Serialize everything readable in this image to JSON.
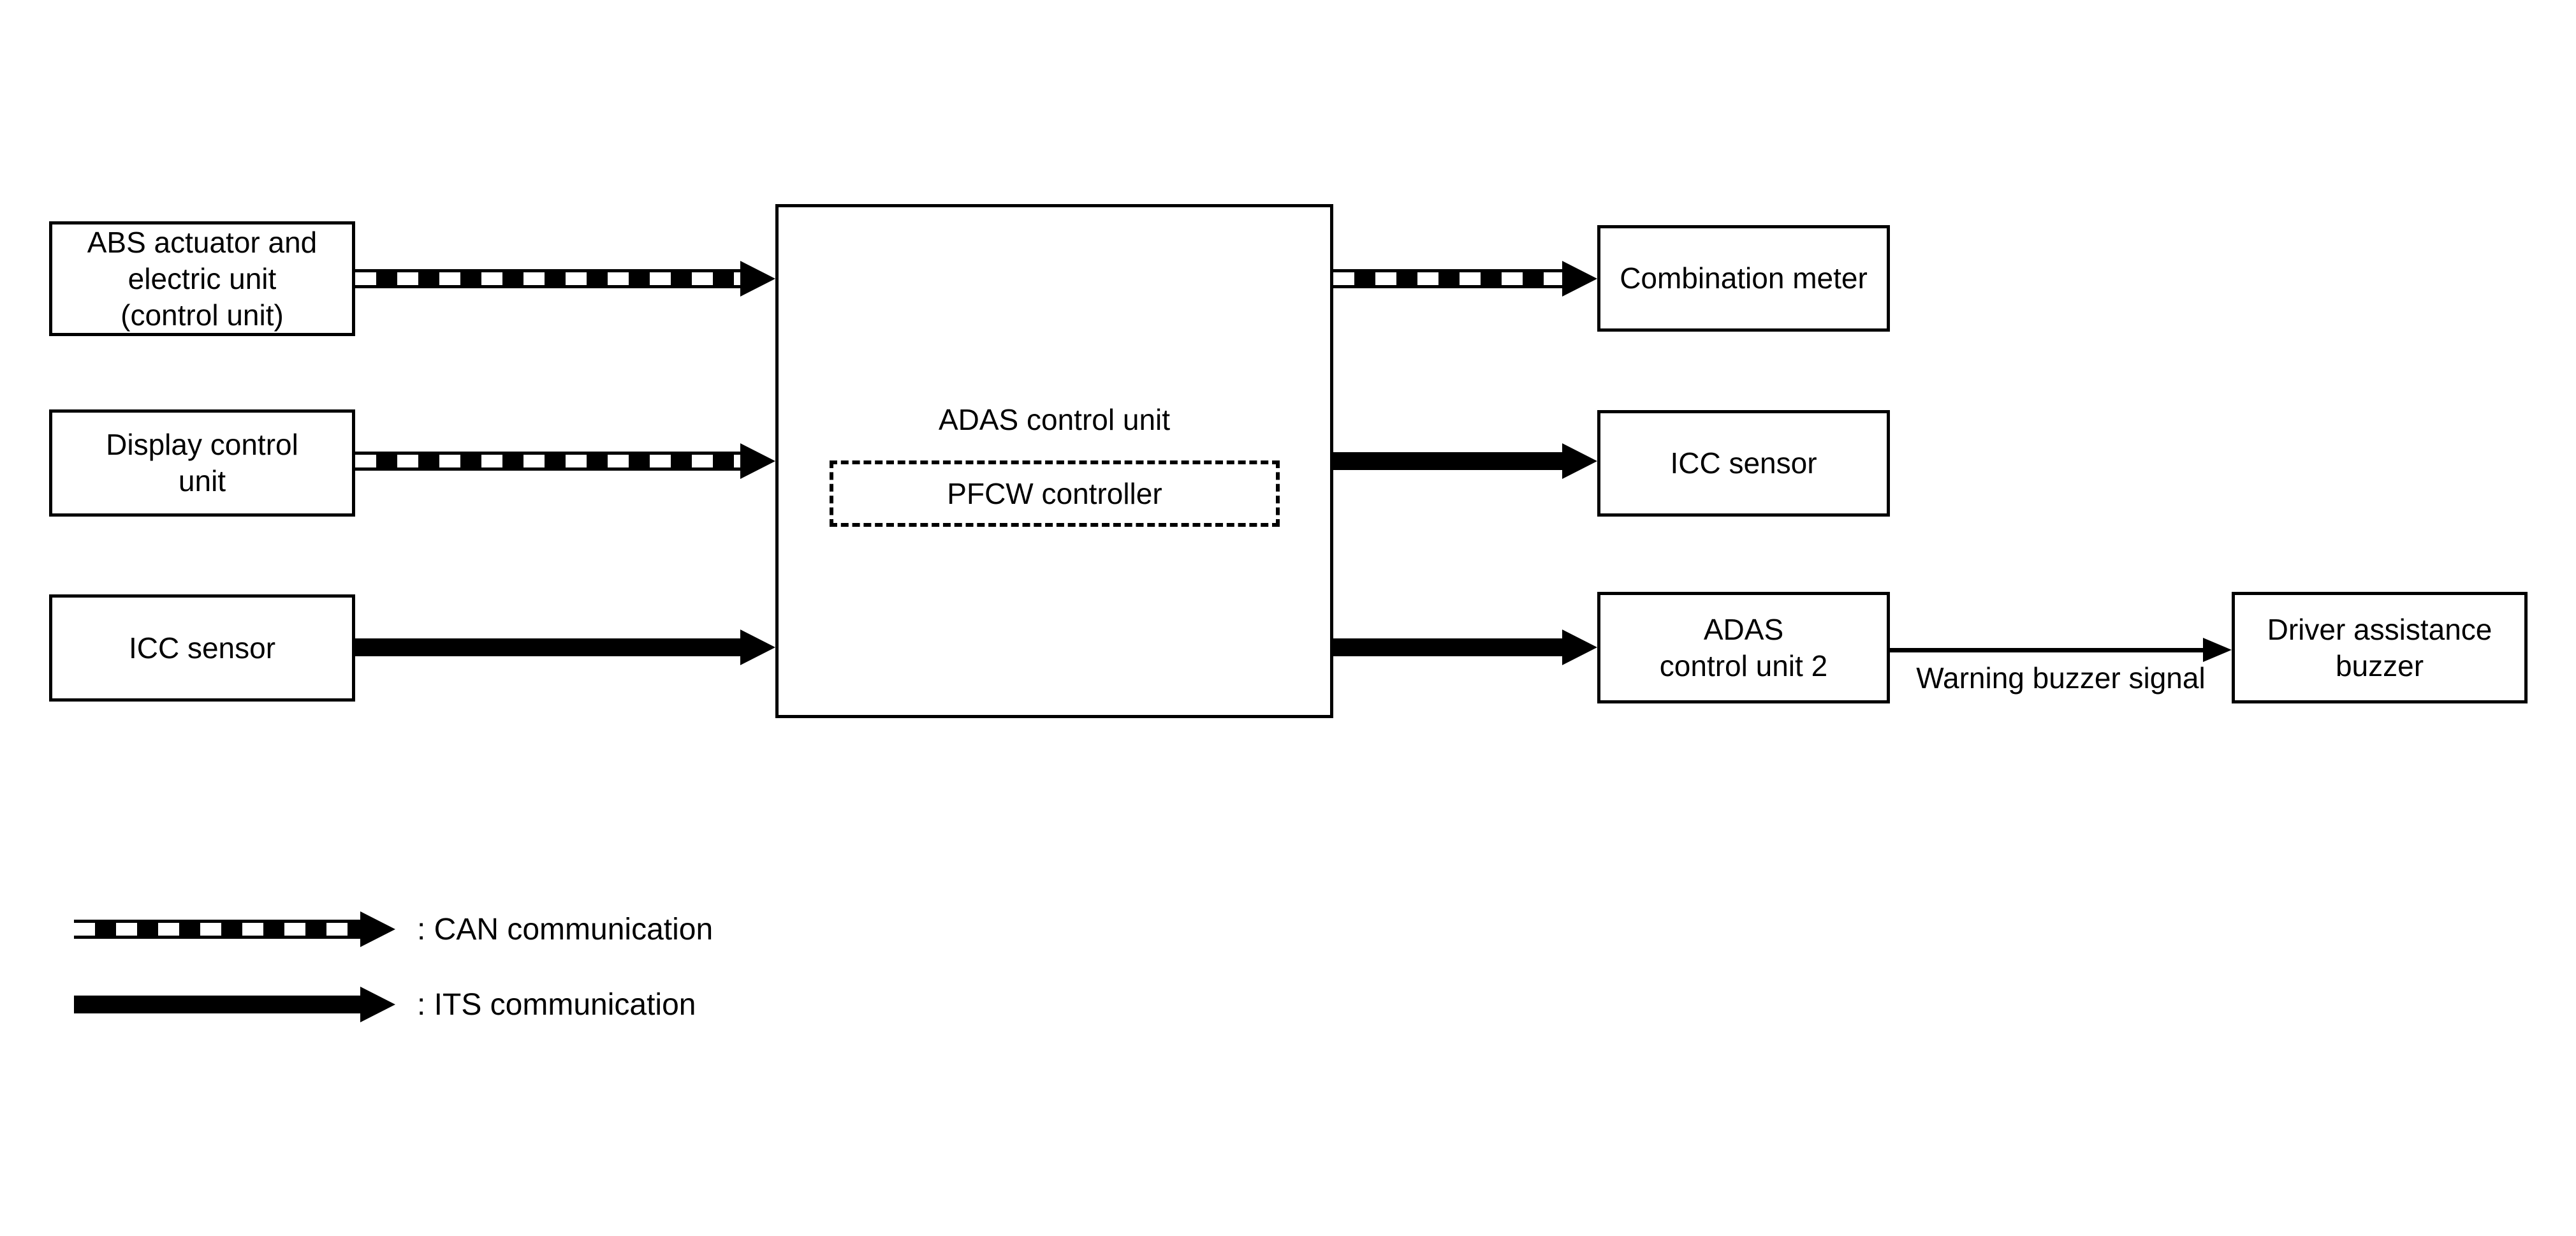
{
  "colors": {
    "background": "#ffffff",
    "line": "#000000"
  },
  "nodes": {
    "abs_actuator": {
      "label": "ABS actuator and\nelectric unit\n(control unit)"
    },
    "display_control": {
      "label": "Display control\nunit"
    },
    "icc_sensor_left": {
      "label": "ICC sensor"
    },
    "adas_control": {
      "label": "ADAS control unit"
    },
    "pfcw_controller": {
      "label": "PFCW controller"
    },
    "combination_meter": {
      "label": "Combination meter"
    },
    "icc_sensor_right": {
      "label": "ICC sensor"
    },
    "adas_control_2": {
      "label": "ADAS\ncontrol unit 2"
    },
    "driver_assistance_buzzer": {
      "label": "Driver assistance\nbuzzer"
    }
  },
  "edge_labels": {
    "warning_buzzer_signal": "Warning buzzer signal"
  },
  "legend": {
    "can_label": ": CAN communication",
    "its_label": ": ITS communication"
  }
}
